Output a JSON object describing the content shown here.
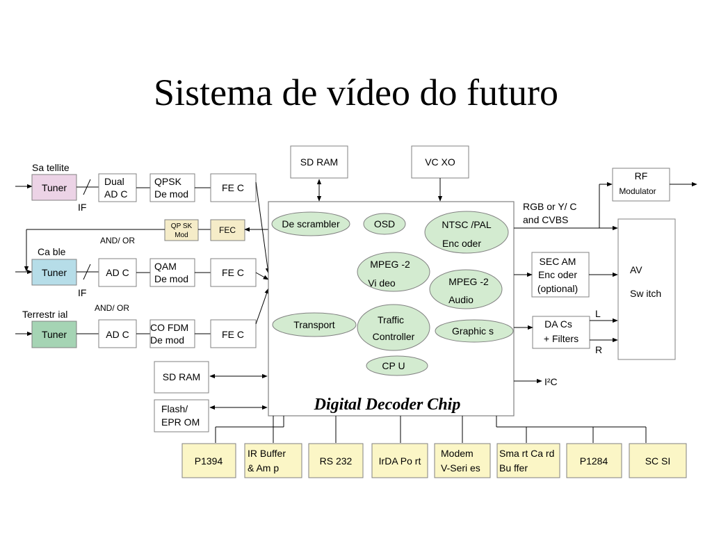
{
  "title": "Sistema de vídeo do futuro",
  "colors": {
    "satellite_tuner": "#ecd3e6",
    "cable_tuner": "#b6dde8",
    "terrestrial_tuner": "#a5d4b4",
    "fec_small": "#f5ecc8",
    "io_port": "#fbf6c6",
    "chip_block": "#d3ebd0"
  },
  "inputs": {
    "satellite_label": "Sa tellite",
    "satellite_tuner": "Tuner",
    "satellite_if": "IF",
    "dual_adc": [
      "Dual",
      "AD C"
    ],
    "qpsk_demod": [
      "QPSK",
      "De mod"
    ],
    "fec1": "FE C",
    "qpsk_mod": [
      "QP SK",
      "Mod"
    ],
    "fec_small": "FEC",
    "and_or_1": "AND/ OR",
    "cable_label": "Ca ble",
    "cable_tuner": "Tuner",
    "cable_if": "IF",
    "adc2": "AD C",
    "qam_demod": [
      "QAM",
      "De mod"
    ],
    "fec2": "FE C",
    "and_or_2": "AND/ OR",
    "terrestrial_label": "Terrestr ial",
    "terrestrial_tuner": "Tuner",
    "adc3": "AD C",
    "cofdm_demod": [
      "CO FDM",
      "De mod"
    ],
    "fec3": "FE C"
  },
  "top": {
    "sdram": "SD RAM",
    "vcxo": "VC XO"
  },
  "chip": {
    "name": "Digital Decoder Chip",
    "descrambler": "De scrambler",
    "osd": "OSD",
    "ntsc_pal": [
      "NTSC /PAL",
      "Enc oder"
    ],
    "mpeg2_video": [
      "MPEG -2",
      "Vi deo"
    ],
    "mpeg2_audio": [
      "MPEG -2",
      "Audio"
    ],
    "transport": "Transport",
    "traffic_controller": [
      "Traffic",
      "Controller"
    ],
    "graphics": "Graphic s",
    "cpu": "CP U"
  },
  "left_memory": {
    "sdram": "SD RAM",
    "flash": [
      "Flash/",
      "EPR OM"
    ]
  },
  "outputs": {
    "rf_modulator": [
      "RF",
      "Modulator"
    ],
    "rgb_label": [
      "RGB or Y/ C",
      "and CVBS"
    ],
    "secam_encoder": [
      "SEC AM",
      "Enc oder",
      "(optional)"
    ],
    "dacs": [
      "DA Cs",
      "+ Filters"
    ],
    "av_switch": [
      "AV",
      "Sw itch"
    ],
    "l_label": "L",
    "r_label": "R",
    "i2c": "I²C"
  },
  "ports": [
    "P1394",
    [
      "IR Buffer",
      "& Am p"
    ],
    "RS 232",
    "IrDA Po rt",
    [
      "Modem",
      "V-Seri es"
    ],
    [
      "Sma rt Ca rd",
      "Bu ffer"
    ],
    "P1284",
    "SC SI"
  ]
}
